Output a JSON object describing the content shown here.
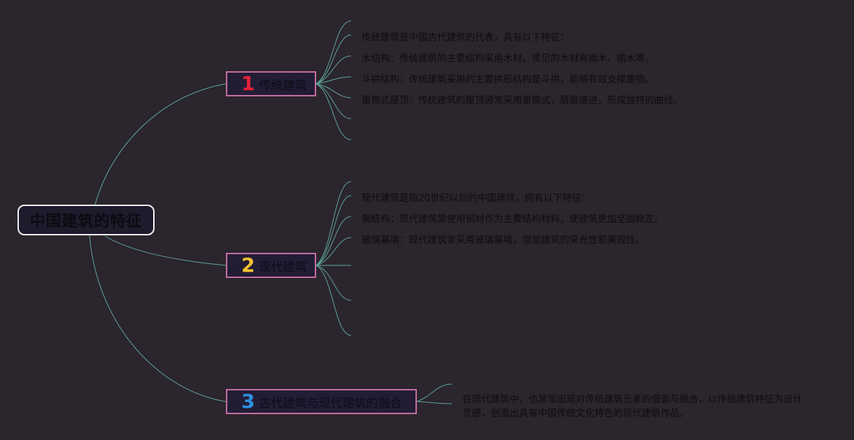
{
  "root": {
    "label": "中国建筑的特征"
  },
  "branches": [
    {
      "number": "1",
      "label": "传统建筑",
      "number_color": "#e8203a",
      "leaves": [
        "传统建筑是中国古代建筑的代表，具有以下特征：",
        "木结构：传统建筑的主要结构采用木材，常见的木材有楠木、榆木等。",
        "斗拱结构：传统建筑采用的主要拱形结构是斗拱，能够有效支撑重物。",
        "重檐式屋顶：传统建筑的屋顶通常采用重檐式，层层递进，形成独特的曲线。"
      ]
    },
    {
      "number": "2",
      "label": "现代建筑",
      "number_color": "#f2c230",
      "leaves": [
        "现代建筑是指20世纪以后的中国建筑，拥有以下特征：",
        "钢结构：现代建筑常使用钢材作为主要结构材料，使建筑更加坚固稳定。",
        "玻璃幕墙：现代建筑常采用玻璃幕墙，增加建筑的采光性和美观性。"
      ]
    },
    {
      "number": "3",
      "label": "古代建筑与现代建筑的融合",
      "number_color": "#2e8fe0",
      "leaves": [
        "在现代建筑中，也常常出现对传统建筑元素的借鉴与融合，以传统建筑特征为设计灵感，创造出具有中国传统文化特色的现代建筑作品。"
      ]
    }
  ],
  "colors": {
    "background": "#2b252d",
    "connector": "#5fa6a0",
    "branch_border": "#c76ea3",
    "root_border": "#f2f2f2"
  }
}
